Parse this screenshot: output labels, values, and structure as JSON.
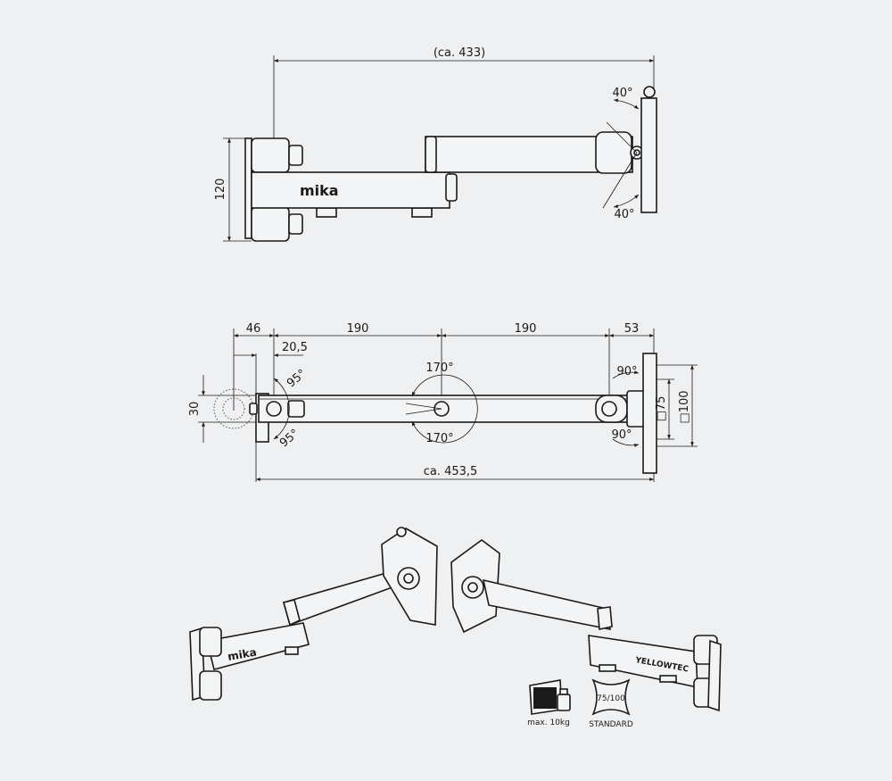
{
  "top_view": {
    "overall_length": "(ca. 433)",
    "tilt_up": "40°",
    "tilt_down": "40°",
    "height": "120",
    "brand": "mika"
  },
  "middle_view": {
    "dim_wall": "46",
    "dim_arm1": "190",
    "dim_arm2": "190",
    "dim_head": "53",
    "dim_offset": "20,5",
    "swivel_wall_up": "95°",
    "swivel_wall_down": "95°",
    "swivel_mid_up": "170°",
    "swivel_mid_down": "170°",
    "swivel_head_up": "90°",
    "swivel_head_down": "90°",
    "arm_height": "30",
    "vesa_small": "□75",
    "vesa_large": "□100",
    "overall_length": "ca. 453,5"
  },
  "perspective": {
    "brand_left": "mika",
    "brand_right": "YELLOWTEC"
  },
  "badges": {
    "max_load": "max. 10kg",
    "vesa_label": "75/100",
    "vesa_caption": "STANDARD"
  },
  "colors": {
    "background": "#eef0f2",
    "line": "#1a1a1a"
  }
}
